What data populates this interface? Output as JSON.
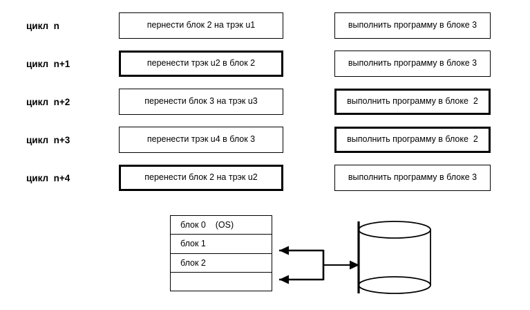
{
  "diagram": {
    "title": "cycle-schedule-and-memory-disk-diagram",
    "schedule": {
      "rows": [
        {
          "cycle_label": "цикл  n",
          "left": {
            "text": "пернести блок 2 на трэк u1",
            "emphasis": "normal"
          },
          "right": {
            "text": "выполнить программу в блоке 3",
            "emphasis": "normal"
          }
        },
        {
          "cycle_label": "цикл  n+1",
          "left": {
            "text": "перенести трэк u2 в блок 2",
            "emphasis": "bold"
          },
          "right": {
            "text": "выполнить программу в блоке 3",
            "emphasis": "normal"
          }
        },
        {
          "cycle_label": "цикл  n+2",
          "left": {
            "text": "перенести блок 3 на трэк u3",
            "emphasis": "normal"
          },
          "right": {
            "text": "выполнить программу в блоке  2",
            "emphasis": "bold"
          }
        },
        {
          "cycle_label": "цикл  n+3",
          "left": {
            "text": "перенести трэк u4 в блок 3",
            "emphasis": "normal"
          },
          "right": {
            "text": "выполнить программу в блоке  2",
            "emphasis": "bold"
          }
        },
        {
          "cycle_label": "цикл  n+4",
          "left": {
            "text": "перенести блок 2 на трэк u2",
            "emphasis": "bold"
          },
          "right": {
            "text": "выполнить программу в блоке 3",
            "emphasis": "normal"
          }
        }
      ]
    },
    "memory": {
      "rows": [
        {
          "label": "блок 0    (OS)"
        },
        {
          "label": "блок 1"
        },
        {
          "label": "блок 2"
        },
        {
          "label": ""
        }
      ]
    },
    "storage": {
      "icon": "disk-cylinder-icon"
    },
    "connector": {
      "arrow_to_memory_upper": "arrow-left-icon",
      "arrow_to_memory_lower": "arrow-left-icon",
      "arrow_to_disk": "arrow-right-icon"
    },
    "colors": {
      "stroke": "#000000",
      "background": "#ffffff"
    }
  }
}
